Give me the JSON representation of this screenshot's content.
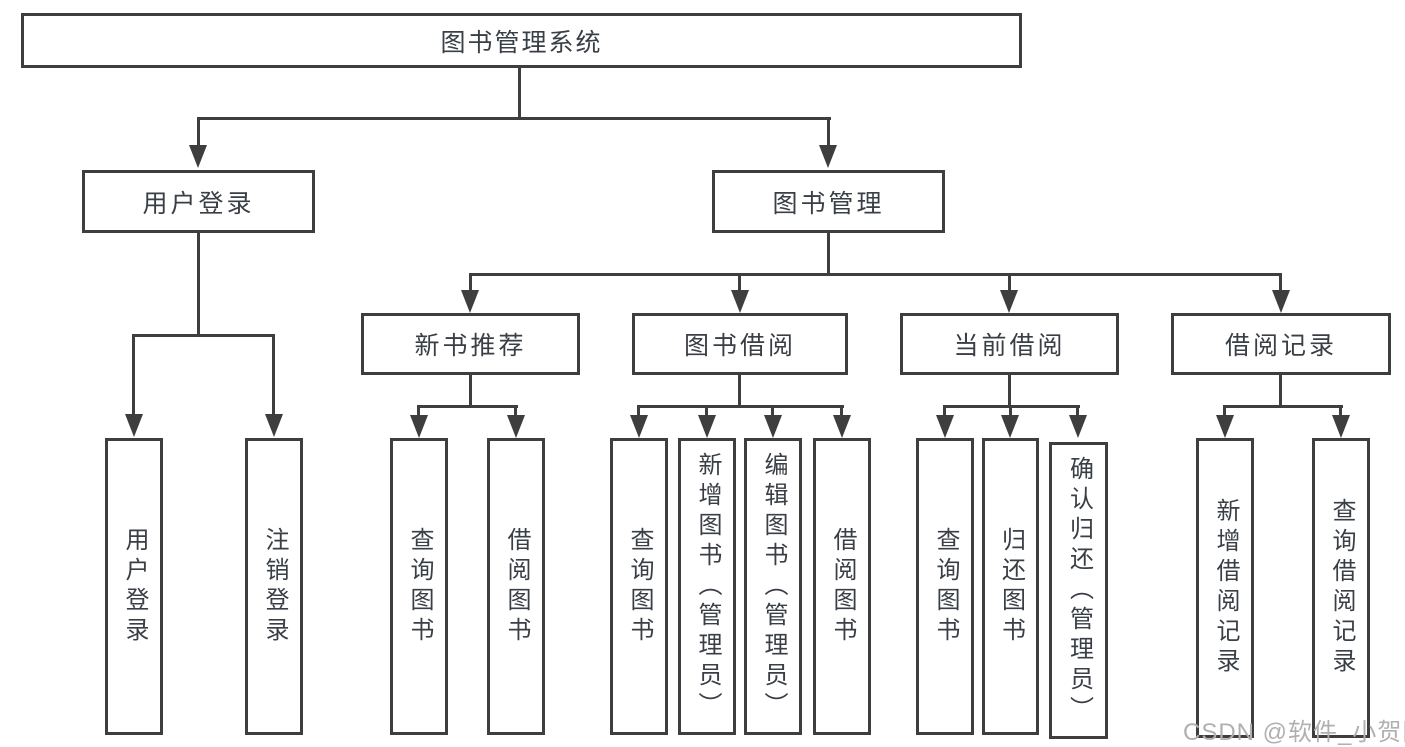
{
  "nodes": {
    "root": "图书管理系统",
    "user_login": "用户登录",
    "book_management": "图书管理",
    "new_book_recommend": "新书推荐",
    "book_borrow": "图书借阅",
    "current_borrow": "当前借阅",
    "borrow_records": "借阅记录"
  },
  "leaves": {
    "user_login": [
      "用户登录",
      "注销登录"
    ],
    "new_books": [
      "查询图书",
      "借阅图书"
    ],
    "book_borrow": [
      "查询图书",
      "新增图书（管理员）",
      "编辑图书（管理员）",
      "借阅图书"
    ],
    "current_borrow": [
      "查询图书",
      "归还图书",
      "确认归还（管理员）"
    ],
    "borrow_records": [
      "新增借阅记录",
      "查询借阅记录"
    ]
  },
  "watermark": "CSDN @软件_小贺同学",
  "colors": {
    "line": "#3e3e3e",
    "text": "#3a3f46",
    "watermark": "#b0b0b0",
    "background": "#ffffff",
    "box_fill": "#ffffff"
  }
}
